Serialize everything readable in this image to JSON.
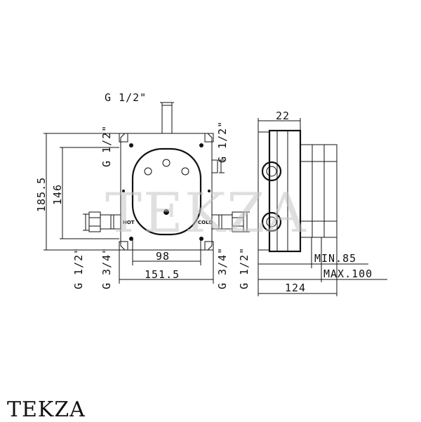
{
  "brand": "TEKZA",
  "watermark": "TEKZA",
  "labels": {
    "top_inlet": "G 1/2\"",
    "left_outer_height": "185.5",
    "left_inner_height": "146",
    "left_thread_1": "G 1/2\"",
    "left_thread_2": "G 3/4\"",
    "center_width": "98",
    "body_width": "151.5",
    "right_thread_top": "G 1/2\"",
    "right_thread_1": "G 3/4\"",
    "right_thread_2": "G 1/2\"",
    "side_depth": "22",
    "min_depth": "MIN.85",
    "max_depth": "MAX.100",
    "total_depth": "124",
    "hot": "HOT",
    "cold": "COLD"
  }
}
